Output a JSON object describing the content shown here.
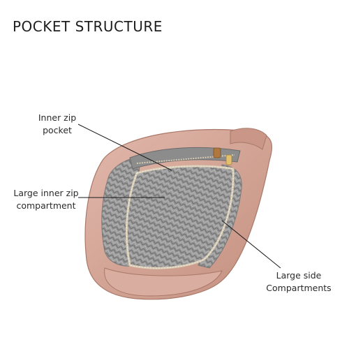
{
  "title": "POCKET STRUCTURE",
  "annotations": [
    {
      "id": "inner-zip-pocket",
      "lines": [
        "Inner zip",
        "pocket"
      ]
    },
    {
      "id": "large-inner-zip-compartment",
      "lines": [
        "Large inner zip",
        "compartment"
      ]
    },
    {
      "id": "large-side-compartments",
      "lines": [
        "Large side",
        "Compartments"
      ]
    }
  ],
  "colors": {
    "bag_leather": "#d4a79a",
    "bag_leather_dark": "#b98576",
    "lining_grey": "#8f8f8f",
    "zipper_metal": "#d9cdb8",
    "leader_line": "#1a1a1a"
  }
}
